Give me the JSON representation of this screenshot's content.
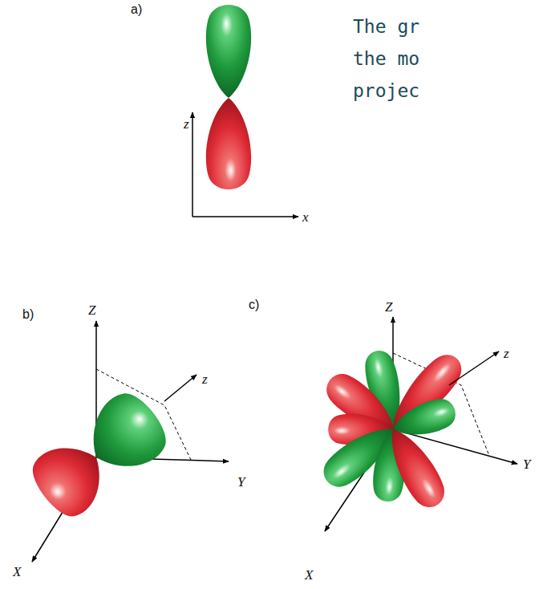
{
  "diagram": {
    "labels": [
      "a)",
      "z",
      "x",
      "The gr",
      "the mo",
      "projec",
      "b)",
      "Z",
      "z",
      "Y",
      "X",
      "c)",
      "Z",
      "z",
      "Y",
      "X"
    ]
  }
}
